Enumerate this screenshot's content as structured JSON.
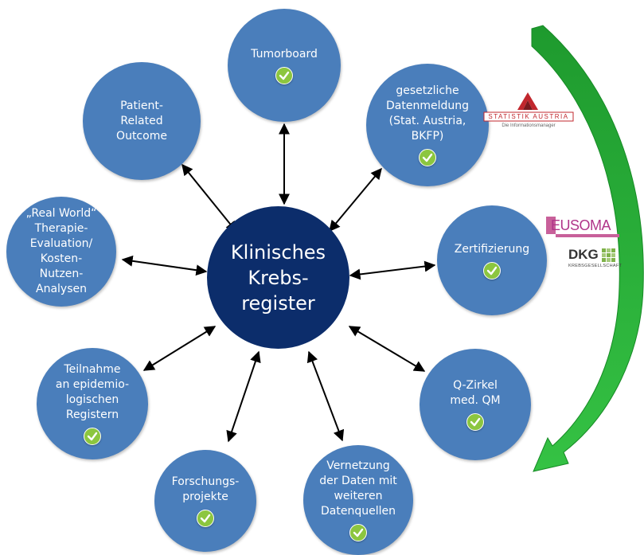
{
  "center": {
    "label": "Klinisches\nKrebs-\nregister"
  },
  "nodes": [
    {
      "id": "tumorboard",
      "label": "Tumorboard",
      "check": true
    },
    {
      "id": "datenmeldung",
      "label": "gesetzliche\nDatenmeldung\n(Stat. Austria,\nBKFP)",
      "check": true
    },
    {
      "id": "zertifizierung",
      "label": "Zertifizierung",
      "check": true
    },
    {
      "id": "qzirkel",
      "label": "Q-Zirkel\nmed. QM",
      "check": true
    },
    {
      "id": "vernetzung",
      "label": "Vernetzung\nder Daten mit\nweiteren\nDatenquellen",
      "check": true
    },
    {
      "id": "forschung",
      "label": "Forschungs-\nprojekte",
      "check": true
    },
    {
      "id": "teilnahme",
      "label": "Teilnahme\nan epidemio-\nlogischen\nRegistern",
      "check": true
    },
    {
      "id": "realworld",
      "label": "„Real World“\nTherapie-\nEvaluation/\nKosten-\nNutzen-\nAnalysen",
      "check": false
    },
    {
      "id": "patient",
      "label": "Patient-\nRelated\nOutcome",
      "check": false
    }
  ],
  "logos": {
    "statistik_austria": {
      "name": "STATISTIK AUSTRIA",
      "tagline": "Die Informationsmanager"
    },
    "eusoma": {
      "name": "EUSOMA"
    },
    "dkg": {
      "name": "DKG",
      "tagline": "KREBSGESELLSCHAFT"
    }
  },
  "colors": {
    "node": "#4a7ebb",
    "center": "#0c2d6b",
    "arrow": "#2db23a",
    "check": "#8cc63f"
  }
}
